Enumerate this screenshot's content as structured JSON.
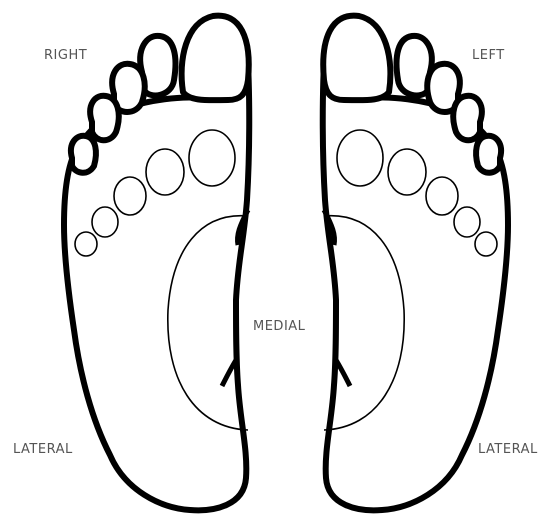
{
  "labels": {
    "right": "RIGHT",
    "left": "LEFT",
    "medial": "MEDIAL",
    "lateral_left": "LATERAL",
    "lateral_right": "LATERAL"
  },
  "colors": {
    "outline": "#000000",
    "label": "#555555",
    "background": "#ffffff"
  }
}
